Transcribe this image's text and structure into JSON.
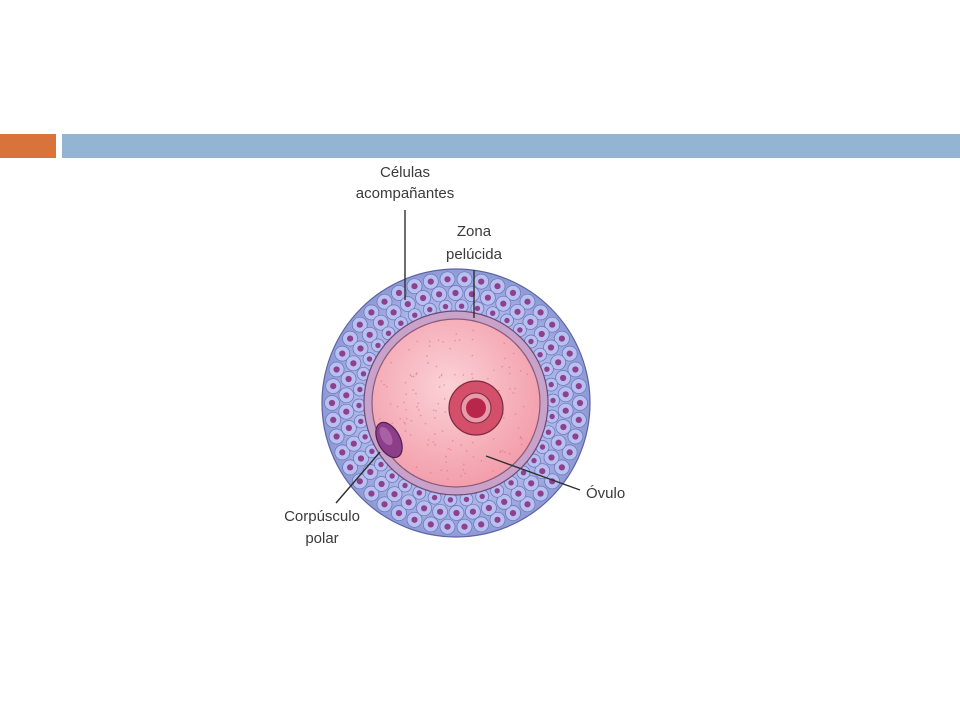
{
  "colors": {
    "accent_orange": "#d9733c",
    "accent_blue": "#93b5d3",
    "corona_fill": "#9aa6dc",
    "cell_nucleus": "#8e3f8e",
    "zona_fill": "#c9a2c9",
    "ovum_fill": "#f7b4bd",
    "nucleus_ring": "#d44f6a",
    "nucleolus": "#b8264c",
    "polar_body": "#8d3e8a",
    "leader": "#2f2f2f"
  },
  "labels": {
    "celulas_line1": "Células",
    "celulas_line2": "acompañantes",
    "zona_line1": "Zona",
    "zona_line2": "pelúcida",
    "ovulo": "Óvulo",
    "corpusculo_line1": "Corpúsculo",
    "corpusculo_line2": "polar"
  }
}
